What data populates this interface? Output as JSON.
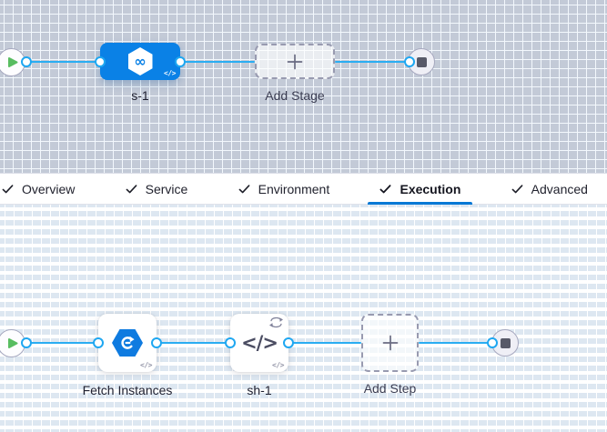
{
  "stage_panel": {
    "stage": {
      "name": "s-1",
      "icon_glyph": "∞",
      "badge": "</>"
    },
    "add_stage": {
      "label": "Add Stage"
    }
  },
  "tabs": [
    {
      "label": "Overview",
      "checked": true,
      "active": false
    },
    {
      "label": "Service",
      "checked": true,
      "active": false
    },
    {
      "label": "Environment",
      "checked": true,
      "active": false
    },
    {
      "label": "Execution",
      "checked": true,
      "active": true
    },
    {
      "label": "Advanced",
      "checked": true,
      "active": false
    }
  ],
  "execution_panel": {
    "steps": [
      {
        "name": "Fetch Instances",
        "badge": "</>",
        "icon": "sync-hexagon-icon"
      },
      {
        "name": "sh-1",
        "icon_glyph": "</>",
        "badge": "</>",
        "has_looping_strategy": true
      }
    ],
    "add_step": {
      "label": "Add Step"
    }
  },
  "colors": {
    "accent_blue": "#0278d5",
    "node_blue": "#0a81e6",
    "edge_blue": "#2aadf2",
    "play_green": "#58bd61",
    "stop_gray": "#585a69",
    "canvas_top_bg": "#f3f8fd",
    "canvas_bottom_bg": "#ffffff"
  }
}
